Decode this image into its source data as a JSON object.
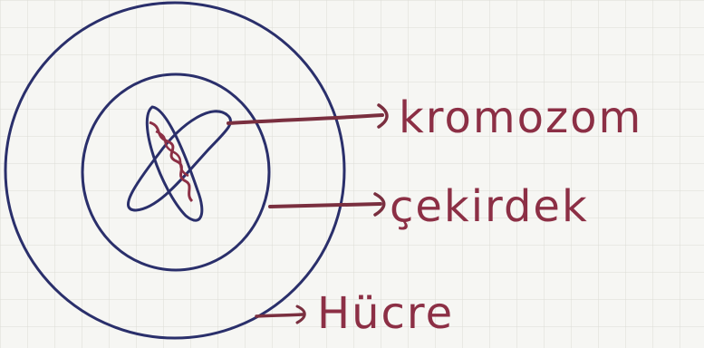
{
  "labels": {
    "chromosome": "kromozom",
    "nucleus": "çekirdek",
    "cell": "Hücre"
  },
  "colors": {
    "paper": "#f6f6f3",
    "grid": "#dcdcd6",
    "cell_ink": "#2a2f6b",
    "label_ink": "#8c2f45",
    "arrow_ink": "#7a2f3f"
  }
}
